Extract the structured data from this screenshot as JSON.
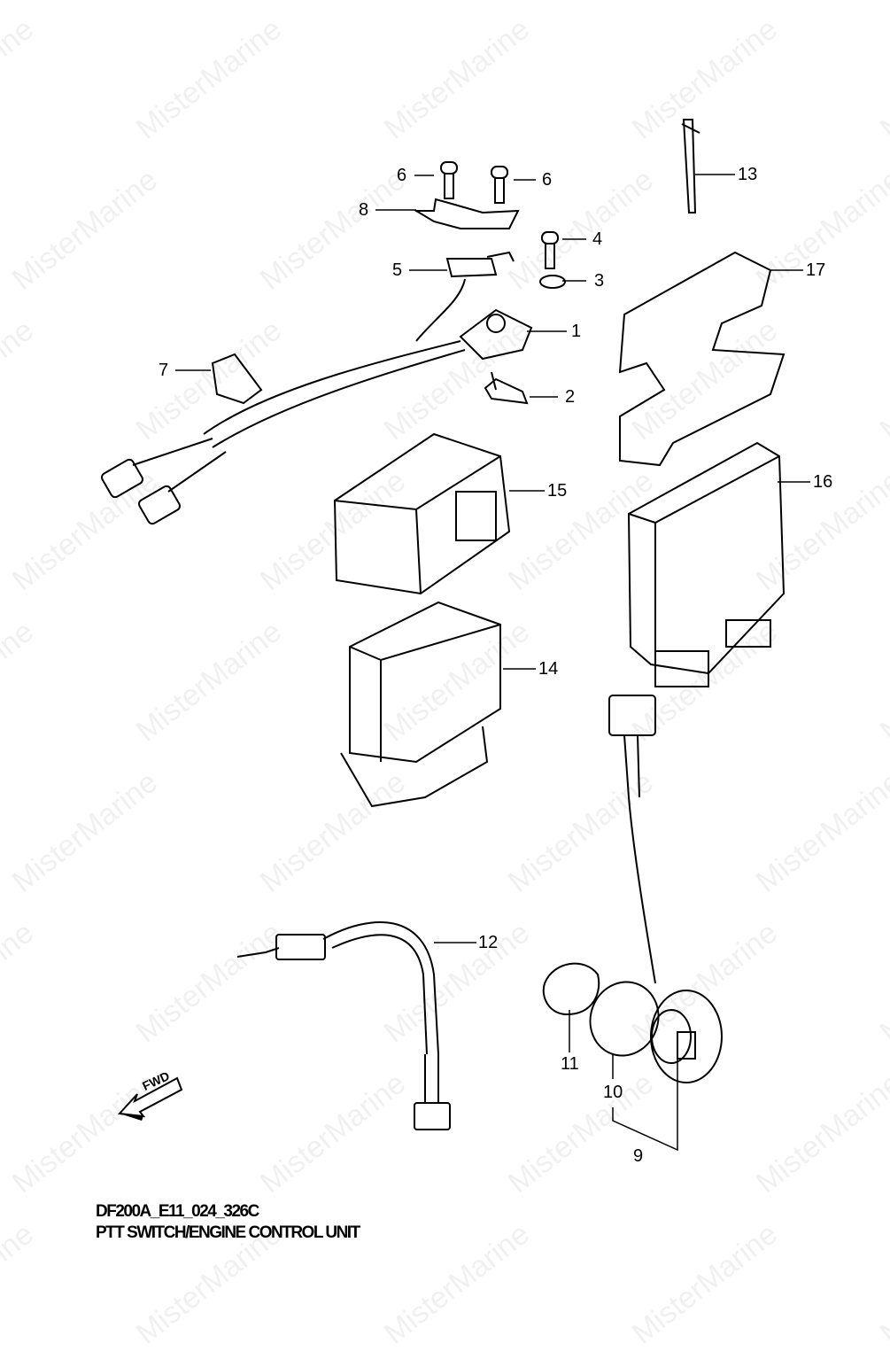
{
  "watermark": "MisterMarine",
  "diagram": {
    "code": "DF200A_E11_024_326C",
    "title": "PTT SWITCH/ENGINE CONTROL UNIT",
    "fwd_label": "FWD",
    "callouts": {
      "c1": "1",
      "c2": "2",
      "c3": "3",
      "c4": "4",
      "c5": "5",
      "c6a": "6",
      "c6b": "6",
      "c7": "7",
      "c8": "8",
      "c9": "9",
      "c10": "10",
      "c11": "11",
      "c12": "12",
      "c13": "13",
      "c14": "14",
      "c15": "15",
      "c16": "16",
      "c17": "17"
    }
  }
}
